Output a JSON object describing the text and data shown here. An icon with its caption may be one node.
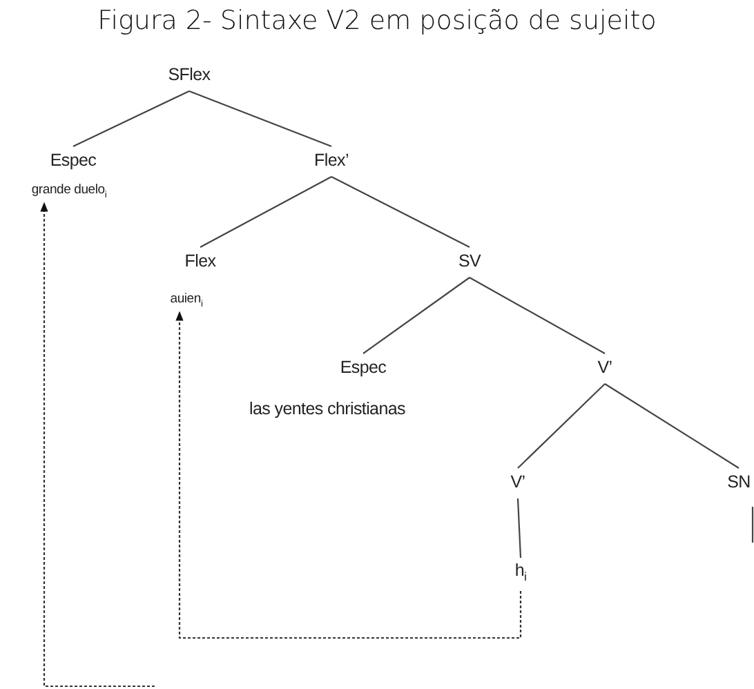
{
  "diagram": {
    "title": "Figura 2- Sintaxe V2 em posição de sujeito",
    "nodes": [
      {
        "text": [
          "SFlex"
        ]
      },
      {
        "text": [
          "Espec"
        ]
      },
      {
        "text": [
          "grande duelo$_{i}$"
        ]
      },
      {
        "text": [
          "Flex’"
        ]
      },
      {
        "text": [
          "Flex"
        ]
      },
      {
        "text": [
          "auien$_{i}$"
        ]
      },
      {
        "text": [
          "SV"
        ]
      },
      {
        "text": [
          "Espec"
        ]
      },
      {
        "text": [
          "las yentes christianas"
        ]
      },
      {
        "text": [
          "V’"
        ]
      },
      {
        "text": [
          "V’"
        ]
      },
      {
        "text": [
          "SN"
        ]
      },
      {
        "text": [
          "h$_{i}$"
        ]
      }
    ],
    "edges": [
      {
        "from": 0,
        "to": 1,
        "arrow": "none"
      },
      {
        "from": 0,
        "to": 3,
        "arrow": "none"
      },
      {
        "from": 3,
        "to": 4,
        "arrow": "none"
      },
      {
        "from": 3,
        "to": 6,
        "arrow": "none"
      },
      {
        "from": 6,
        "to": 7,
        "arrow": "none"
      },
      {
        "from": 6,
        "to": 9,
        "arrow": "none"
      },
      {
        "from": 9,
        "to": 10,
        "arrow": "none"
      },
      {
        "from": 9,
        "to": 11,
        "arrow": "none"
      },
      {
        "from": 10,
        "to": 12,
        "arrow": "none"
      },
      {
        "from": 11,
        "to": null,
        "arrow": "none"
      },
      {
        "from": 12,
        "to": 5,
        "arrow": "to",
        "style": "dashed"
      },
      {
        "from": null,
        "to": 2,
        "arrow": "to",
        "style": "dashed"
      }
    ]
  }
}
